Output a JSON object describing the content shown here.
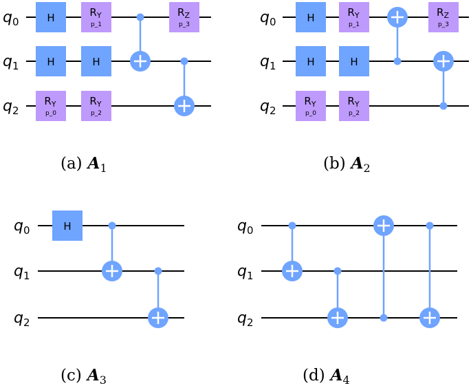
{
  "colors": {
    "h_gate": "#6fa4ff",
    "rot_gate": "#be9afc",
    "cnot": "#6fa4ff",
    "wire": "#000000"
  },
  "panels": [
    {
      "id": "a",
      "caption": {
        "prefix": "(a)",
        "letter": "A",
        "sub": "1"
      },
      "qubits": [
        {
          "base": "q",
          "sub": "0"
        },
        {
          "base": "q",
          "sub": "1"
        },
        {
          "base": "q",
          "sub": "2"
        }
      ],
      "gates": [
        {
          "type": "H",
          "qubit": 0,
          "col": 0,
          "label": "H"
        },
        {
          "type": "H",
          "qubit": 1,
          "col": 0,
          "label": "H"
        },
        {
          "type": "R",
          "qubit": 2,
          "col": 0,
          "label": "R",
          "sub": "Y",
          "param": "p_0"
        },
        {
          "type": "R",
          "qubit": 0,
          "col": 1,
          "label": "R",
          "sub": "Y",
          "param": "p_1"
        },
        {
          "type": "H",
          "qubit": 1,
          "col": 1,
          "label": "H"
        },
        {
          "type": "R",
          "qubit": 2,
          "col": 1,
          "label": "R",
          "sub": "Y",
          "param": "p_2"
        },
        {
          "type": "CX",
          "control": 0,
          "target": 1,
          "col": 2
        },
        {
          "type": "R",
          "qubit": 0,
          "col": 3,
          "label": "R",
          "sub": "Z",
          "param": "p_3"
        },
        {
          "type": "CX",
          "control": 1,
          "target": 2,
          "col": 3
        }
      ]
    },
    {
      "id": "b",
      "caption": {
        "prefix": "(b)",
        "letter": "A",
        "sub": "2"
      },
      "qubits": [
        {
          "base": "q",
          "sub": "0"
        },
        {
          "base": "q",
          "sub": "1"
        },
        {
          "base": "q",
          "sub": "2"
        }
      ],
      "gates": [
        {
          "type": "H",
          "qubit": 0,
          "col": 0,
          "label": "H"
        },
        {
          "type": "H",
          "qubit": 1,
          "col": 0,
          "label": "H"
        },
        {
          "type": "R",
          "qubit": 2,
          "col": 0,
          "label": "R",
          "sub": "Y",
          "param": "p_0"
        },
        {
          "type": "R",
          "qubit": 0,
          "col": 1,
          "label": "R",
          "sub": "Y",
          "param": "p_1"
        },
        {
          "type": "H",
          "qubit": 1,
          "col": 1,
          "label": "H"
        },
        {
          "type": "R",
          "qubit": 2,
          "col": 1,
          "label": "R",
          "sub": "Y",
          "param": "p_2"
        },
        {
          "type": "CX",
          "control": 1,
          "target": 0,
          "col": 2
        },
        {
          "type": "R",
          "qubit": 0,
          "col": 3,
          "label": "R",
          "sub": "Z",
          "param": "p_3"
        },
        {
          "type": "CX",
          "control": 2,
          "target": 1,
          "col": 3
        }
      ]
    },
    {
      "id": "c",
      "caption": {
        "prefix": "(c)",
        "letter": "A",
        "sub": "3"
      },
      "qubits": [
        {
          "base": "q",
          "sub": "0"
        },
        {
          "base": "q",
          "sub": "1"
        },
        {
          "base": "q",
          "sub": "2"
        }
      ],
      "gates": [
        {
          "type": "H",
          "qubit": 0,
          "col": 0,
          "label": "H"
        },
        {
          "type": "CX",
          "control": 0,
          "target": 1,
          "col": 1
        },
        {
          "type": "CX",
          "control": 1,
          "target": 2,
          "col": 2
        }
      ]
    },
    {
      "id": "d",
      "caption": {
        "prefix": "(d)",
        "letter": "A",
        "sub": "4"
      },
      "qubits": [
        {
          "base": "q",
          "sub": "0"
        },
        {
          "base": "q",
          "sub": "1"
        },
        {
          "base": "q",
          "sub": "2"
        }
      ],
      "gates": [
        {
          "type": "CX",
          "control": 0,
          "target": 1,
          "col": 0
        },
        {
          "type": "CX",
          "control": 1,
          "target": 2,
          "col": 1
        },
        {
          "type": "CX",
          "control": 2,
          "target": 0,
          "col": 2
        },
        {
          "type": "CX",
          "control": 0,
          "target": 2,
          "col": 3
        }
      ]
    }
  ]
}
